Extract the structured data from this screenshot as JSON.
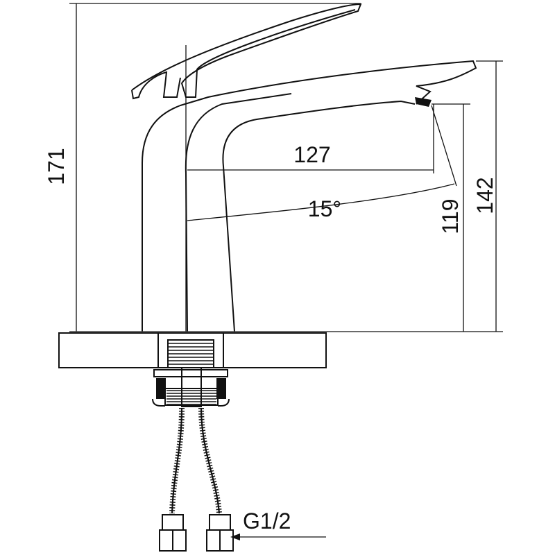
{
  "title": "Basin faucet dimension drawing",
  "dimensions": {
    "total_height": "171",
    "spout_top_height": "142",
    "spout_outlet_height": "119",
    "spout_reach": "127",
    "angle": "15°",
    "connection": "G1/2"
  },
  "colors": {
    "line": "#111111",
    "background": "#ffffff"
  }
}
